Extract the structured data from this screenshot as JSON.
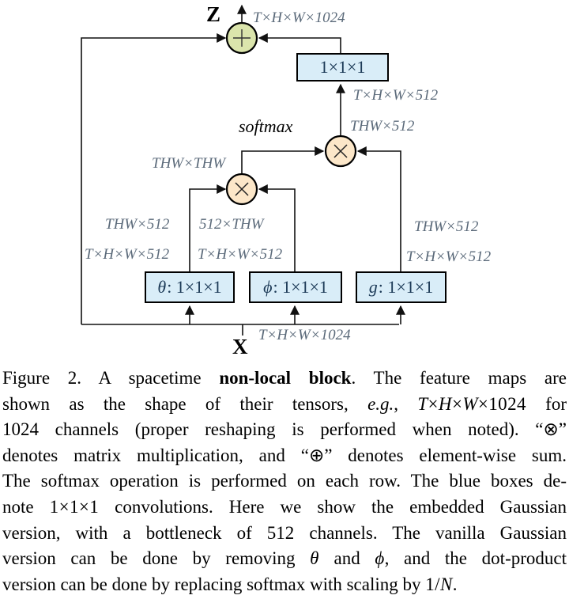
{
  "figure": {
    "z_label": "Z",
    "x_label": "X",
    "softmax_label": "softmax",
    "shapes": {
      "top_output": "T×H×W×1024",
      "after_conv": "T×H×W×512",
      "before_top_matmul": "THW×512",
      "attention_map": "THW×THW",
      "theta_row1": "THW×512",
      "theta_row2": "T×H×W×512",
      "phi_row1": "512×THW",
      "phi_row2": "T×H×W×512",
      "g_row1": "THW×512",
      "g_row2": "T×H×W×512",
      "bottom_input": "T×H×W×1024"
    },
    "boxes": {
      "conv_top": "1×1×1",
      "theta_prefix": "θ",
      "phi_prefix": "ϕ",
      "g_prefix": "g",
      "conv_suffix": ": 1×1×1"
    },
    "operators": {
      "elementwise_sum": "⊕",
      "matrix_multiplication": "⊗"
    },
    "colors": {
      "conv_box_fill": "#d9edf8",
      "sum_node_fill": "#dbe5ac",
      "matmul_node_fill": "#fce7c9",
      "shape_label_text": "#5b6a7a",
      "box_text": "#1c3a57",
      "line": "#111111"
    }
  },
  "caption": {
    "lines": [
      [
        [
          "r",
          "Figure 2. A spacetime "
        ],
        [
          "b",
          "non-local block"
        ],
        [
          "r",
          ". The feature maps are"
        ]
      ],
      [
        [
          "r",
          "shown as the shape of their tensors, "
        ],
        [
          "i",
          "e.g."
        ],
        [
          "r",
          ", "
        ],
        [
          "m",
          "T×H×W×1024"
        ],
        [
          "r",
          " for"
        ]
      ],
      [
        [
          "r",
          "1024 channels (proper reshaping is performed when noted). “⊗”"
        ]
      ],
      [
        [
          "r",
          "denotes matrix multiplication, and “⊕” denotes element-wise sum."
        ]
      ],
      [
        [
          "r",
          "The softmax operation is performed on each row. The blue boxes de-"
        ]
      ],
      [
        [
          "r",
          "note "
        ],
        [
          "m",
          "1×1×1"
        ],
        [
          "r",
          " convolutions. Here we show the embedded Gaussian"
        ]
      ],
      [
        [
          "r",
          "version, with a bottleneck of 512 channels. The vanilla Gaussian"
        ]
      ],
      [
        [
          "r",
          "version can be done by removing "
        ],
        [
          "m",
          "θ"
        ],
        [
          "r",
          " and "
        ],
        [
          "m",
          "ϕ"
        ],
        [
          "r",
          ", and the dot-product"
        ]
      ],
      [
        [
          "r",
          "version can be done by replacing softmax with scaling by "
        ],
        [
          "m",
          "1/N"
        ],
        [
          "r",
          "."
        ]
      ]
    ]
  }
}
